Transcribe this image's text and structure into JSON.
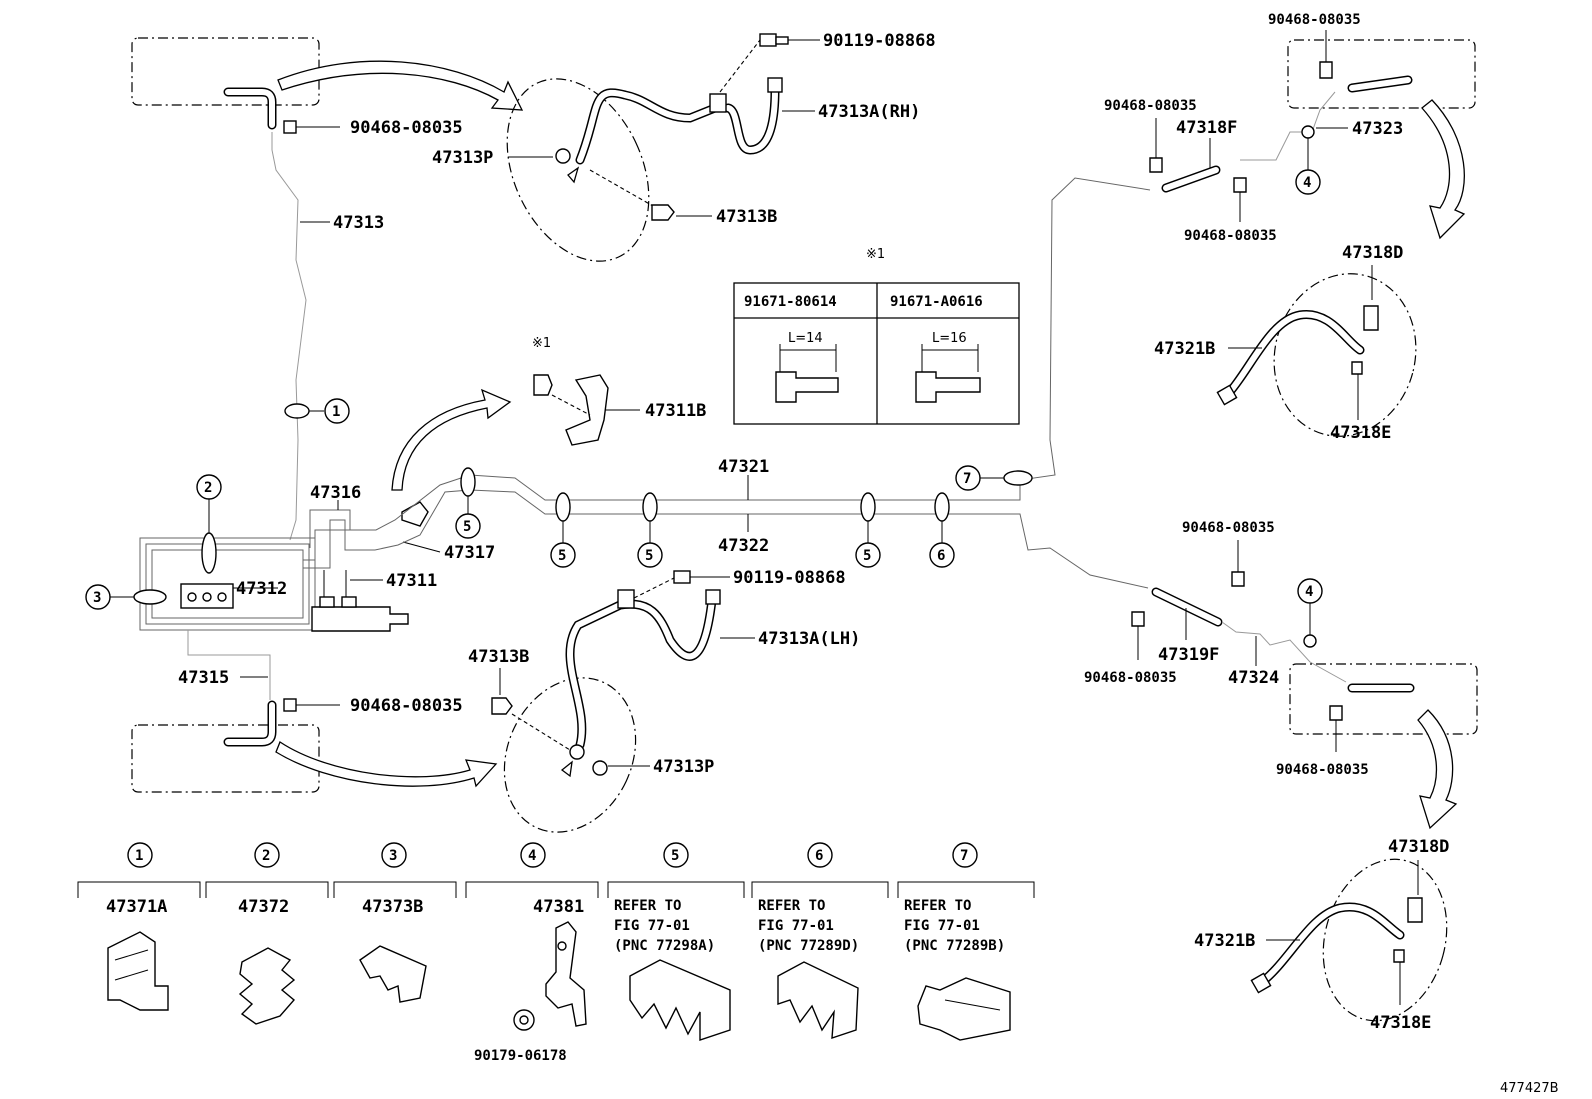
{
  "diagram_id": "477427B",
  "callout_numbers": [
    "1",
    "2",
    "3",
    "4",
    "5",
    "6",
    "7"
  ],
  "labels": {
    "p90119_top": "90119-08868",
    "p47313A_RH": "47313A(RH)",
    "p90468_left_top": "90468-08035",
    "p47313P_top": "47313P",
    "p47313B_top": "47313B",
    "p47313": "47313",
    "p47311B": "47311B",
    "ref_mark1": "※1",
    "ref_mark1_table": "※1",
    "p47316": "47316",
    "p47317": "47317",
    "p47312": "47312",
    "p47311": "47311",
    "p47321": "47321",
    "p47322": "47322",
    "p47315": "47315",
    "p90468_left_bottom": "90468-08035",
    "p90119_bottom": "90119-08868",
    "p47313A_LH": "47313A(LH)",
    "p47313B_bottom": "47313B",
    "p47313P_bottom": "47313P",
    "p90468_r1": "90468-08035",
    "p90468_r2": "90468-08035",
    "p90468_r3": "90468-08035",
    "p47318F": "47318F",
    "p47323": "47323",
    "p47318D_top": "47318D",
    "p47321B_top": "47321B",
    "p47318E_top": "47318E",
    "p90468_r4": "90468-08035",
    "p90468_r5": "90468-08035",
    "p47319F": "47319F",
    "p47324": "47324",
    "p90468_r6": "90468-08035",
    "p47318D_bottom": "47318D",
    "p47321B_bottom": "47321B",
    "p47318E_bottom": "47318E"
  },
  "bolt_table": {
    "col1_part": "91671-80614",
    "col2_part": "91671-A0616",
    "col1_len": "L=14",
    "col2_len": "L=16"
  },
  "clamp_legend": [
    {
      "num": "1",
      "part": "47371A",
      "lines": []
    },
    {
      "num": "2",
      "part": "47372",
      "lines": []
    },
    {
      "num": "3",
      "part": "47373B",
      "lines": []
    },
    {
      "num": "4",
      "part": "47381",
      "sub_part": "90179-06178",
      "lines": []
    },
    {
      "num": "5",
      "part": "",
      "lines": [
        "REFER TO",
        "FIG 77-01",
        "(PNC 77298A)"
      ]
    },
    {
      "num": "6",
      "part": "",
      "lines": [
        "REFER TO",
        "FIG 77-01",
        "(PNC 77289D)"
      ]
    },
    {
      "num": "7",
      "part": "",
      "lines": [
        "REFER TO",
        "FIG 77-01",
        "(PNC 77289B)"
      ]
    }
  ]
}
